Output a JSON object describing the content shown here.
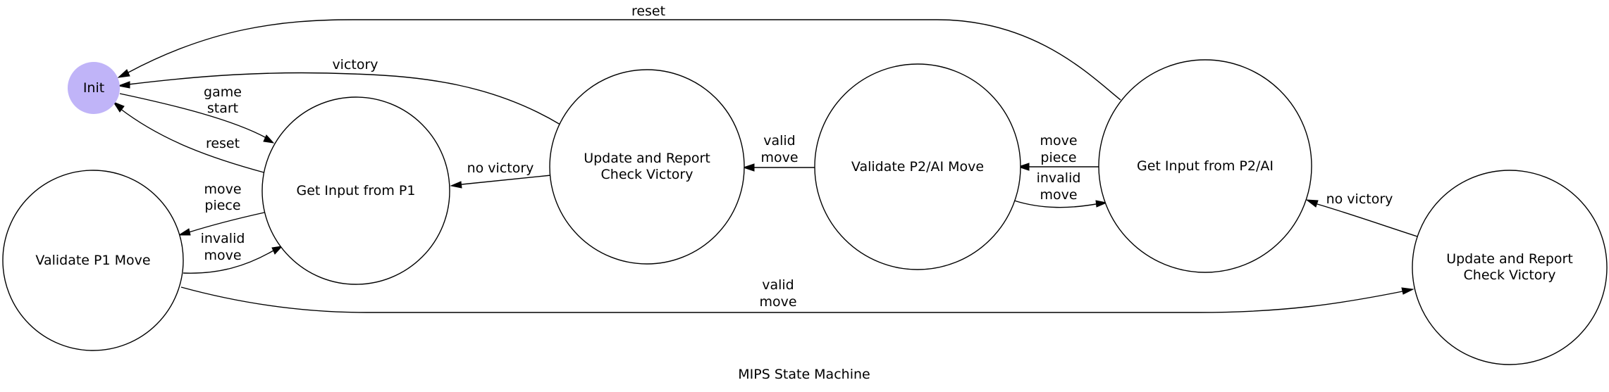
{
  "title": "MIPS State Machine",
  "colors": {
    "init_fill": "#c0b4f8",
    "stroke": "#000000",
    "background": "#ffffff"
  },
  "nodes": {
    "init": "Init",
    "input_p1": "Get Input from P1",
    "validate_p1": "Validate P1 Move",
    "update_1": [
      "Update and Report",
      "Check Victory"
    ],
    "validate_p2": "Validate P2/AI Move",
    "input_p2": "Get Input from P2/AI",
    "update_2": [
      "Update and Report",
      "Check Victory"
    ]
  },
  "edges": {
    "game_start": [
      "game",
      "start"
    ],
    "reset_p1": "reset",
    "victory": "victory",
    "reset_p2": "reset",
    "move_piece_p1": [
      "move",
      "piece"
    ],
    "invalid_move_p1": [
      "invalid",
      "move"
    ],
    "no_victory_1": "no victory",
    "valid_move_p1": [
      "valid",
      "move"
    ],
    "valid_move_p2": [
      "valid",
      "move"
    ],
    "move_piece_p2": [
      "move",
      "piece"
    ],
    "invalid_move_p2": [
      "invalid",
      "move"
    ],
    "no_victory_2": "no victory"
  }
}
